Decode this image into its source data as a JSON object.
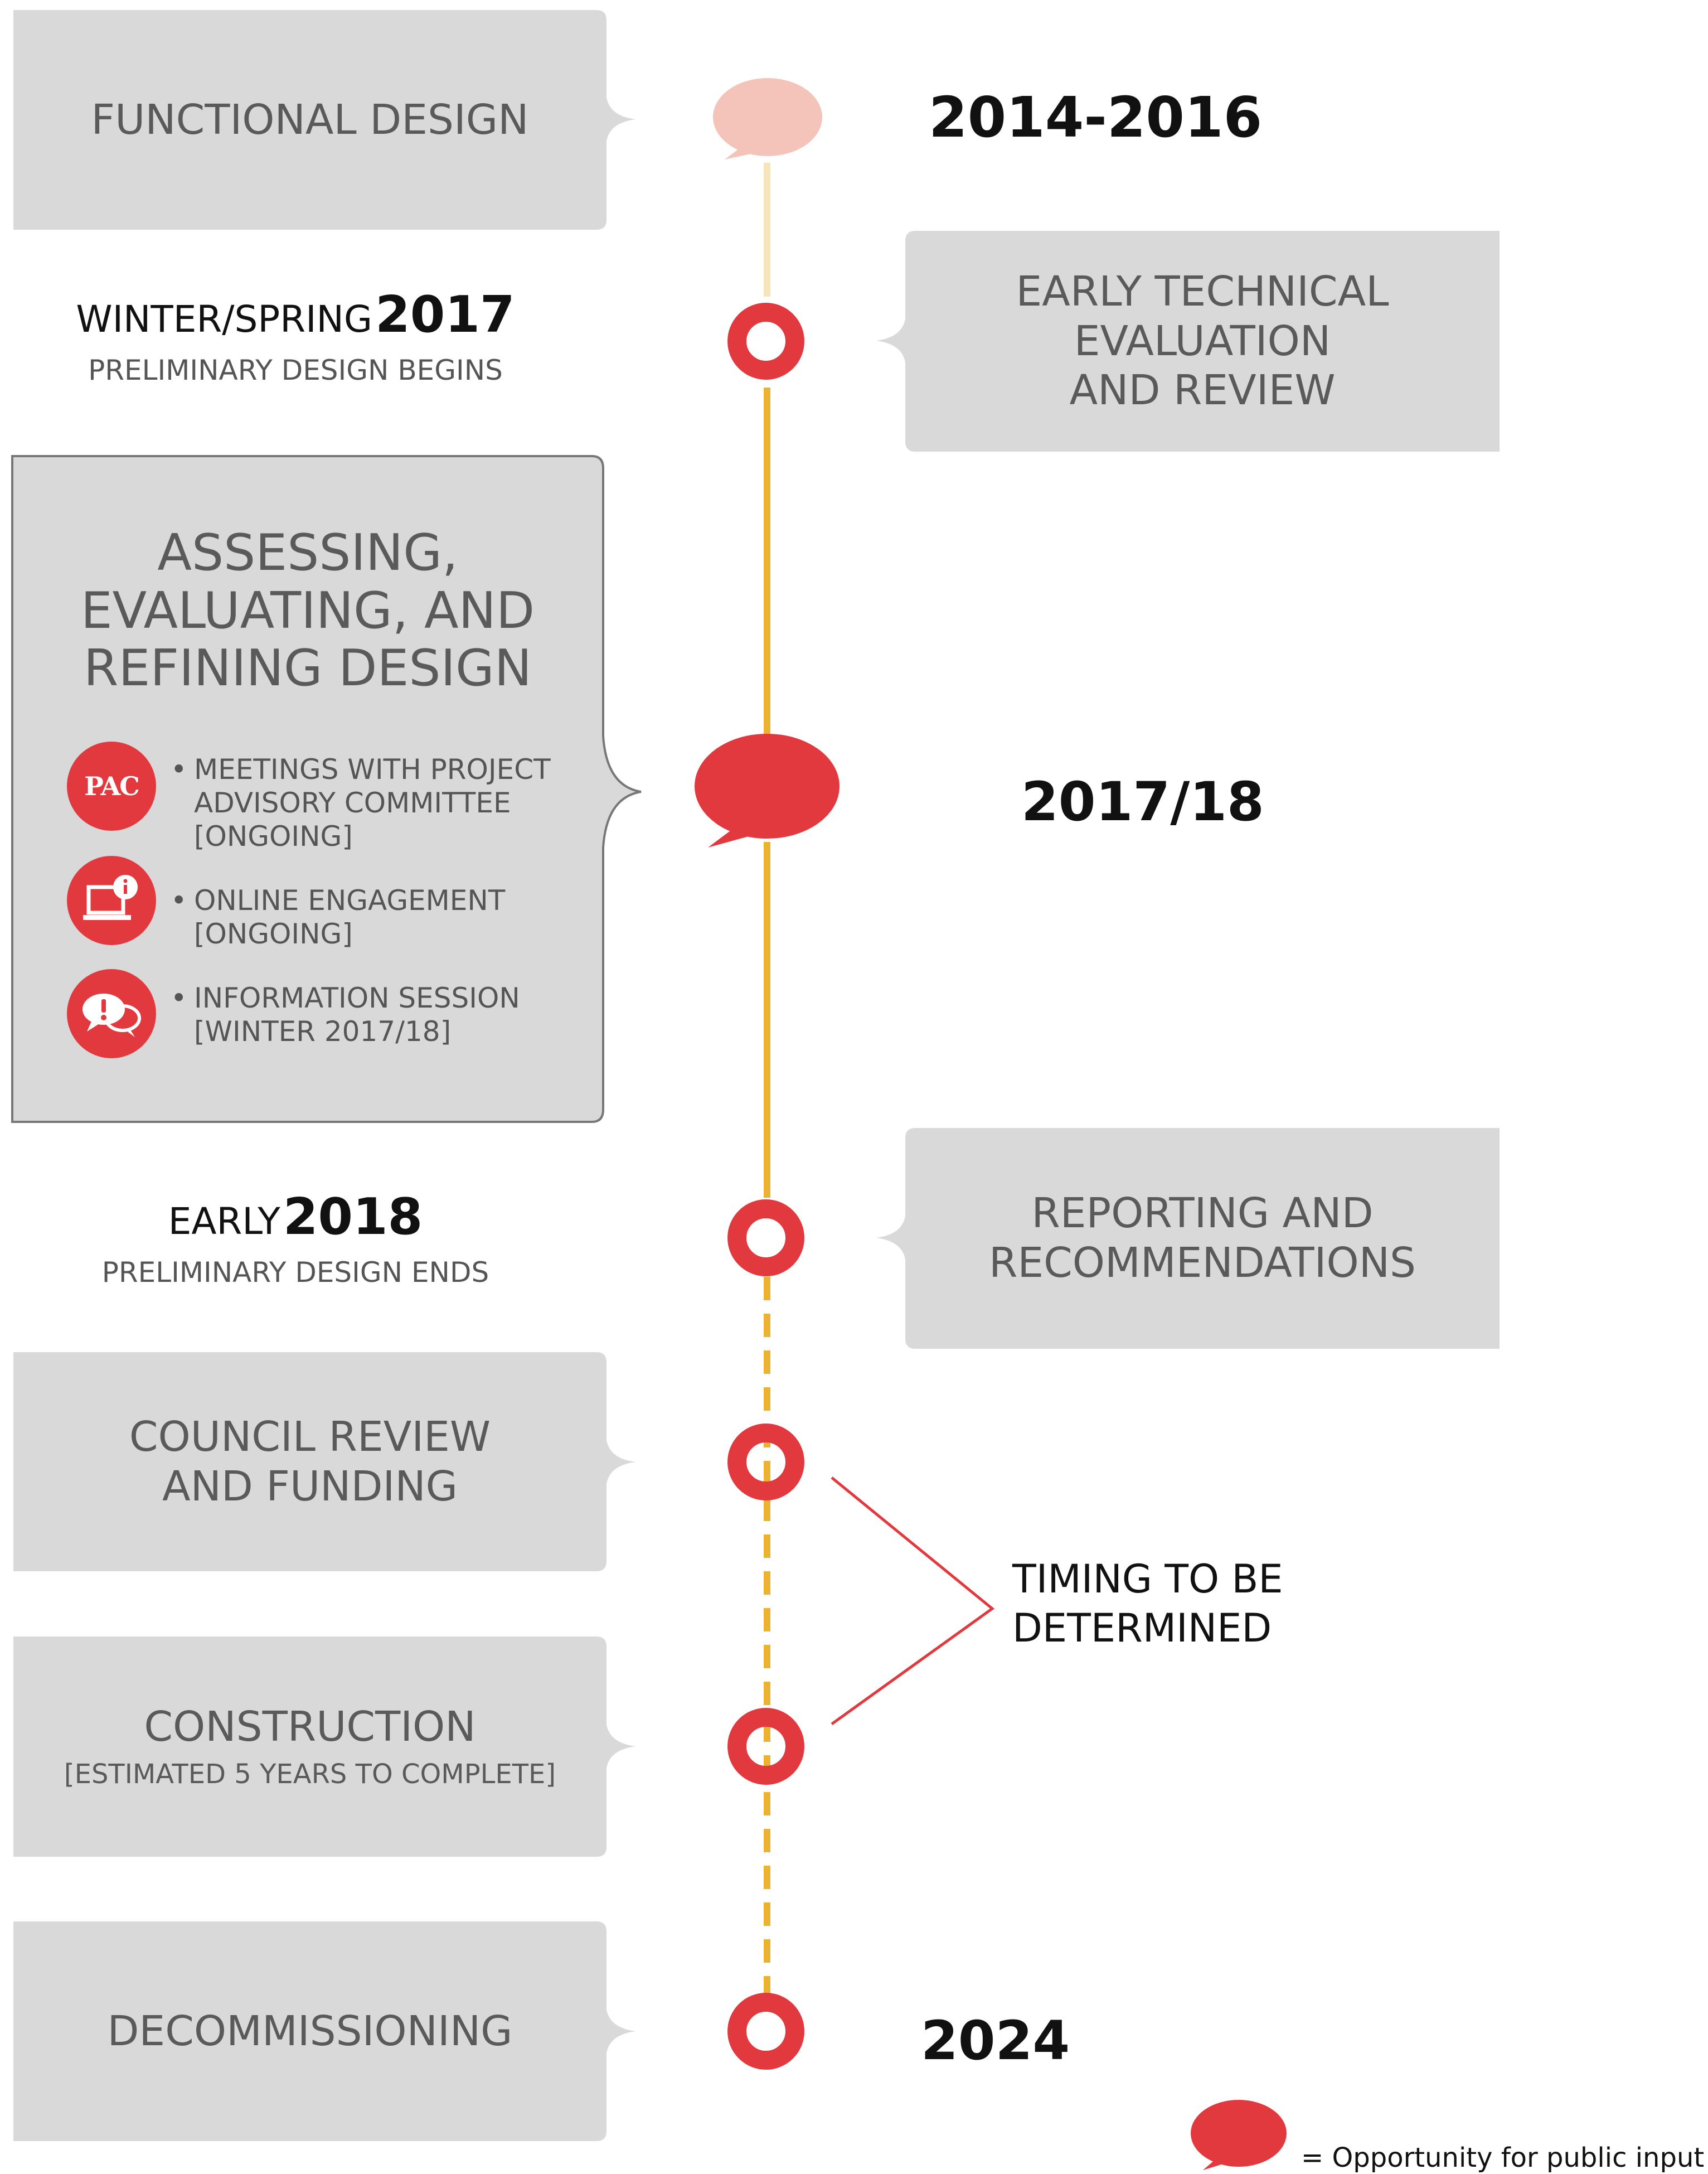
{
  "stages": {
    "functional_design": "FUNCTIONAL DESIGN",
    "early_technical": [
      "EARLY TECHNICAL",
      "EVALUATION",
      "AND REVIEW"
    ],
    "assessing": [
      "ASSESSING,",
      "EVALUATING, AND",
      "REFINING DESIGN"
    ],
    "reporting": [
      "REPORTING AND",
      "RECOMMENDATIONS"
    ],
    "council": [
      "COUNCIL REVIEW",
      "AND FUNDING"
    ],
    "construction": "CONSTRUCTION",
    "construction_note": "[ESTIMATED 5 YEARS TO COMPLETE]",
    "decommissioning": "DECOMMISSIONING"
  },
  "engagement": [
    {
      "icon": "pac-icon",
      "badge": "PAC",
      "lines": [
        "MEETINGS WITH PROJECT",
        "ADVISORY COMMITTEE",
        "[ONGOING]"
      ]
    },
    {
      "icon": "laptop-info-icon",
      "lines": [
        "ONLINE ENGAGEMENT",
        "[ONGOING]"
      ]
    },
    {
      "icon": "chat-bubbles-icon",
      "lines": [
        "INFORMATION SESSION",
        "[WINTER 2017/18]"
      ]
    }
  ],
  "dates": {
    "d1": "2014-2016",
    "d2_prefix": "WINTER/SPRING",
    "d2_year": "2017",
    "d2_sub": "PRELIMINARY DESIGN BEGINS",
    "d3": "2017/18",
    "d4_prefix": "EARLY",
    "d4_year": "2018",
    "d4_sub": "PRELIMINARY DESIGN ENDS",
    "d5": "2024"
  },
  "timing_note": [
    "TIMING TO BE",
    "DETERMINED"
  ],
  "legend": "= Opportunity for public input",
  "colors": {
    "red": "#e2393f",
    "light_red": "#f4c3b9",
    "gold": "#ebb32f",
    "pale_gold": "#f6e5b8",
    "box_gray": "#d9d9d9",
    "box_text": "#5a5a5a"
  }
}
